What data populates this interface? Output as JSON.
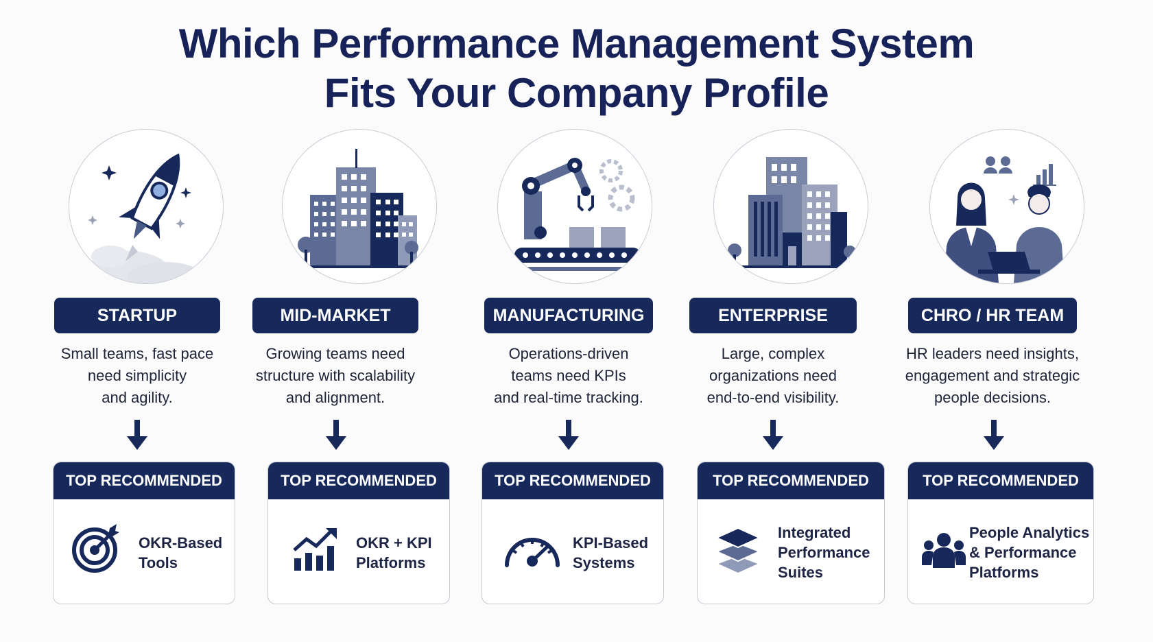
{
  "title": {
    "line1": "Which Performance Management System",
    "line2": "Fits Your Company Profile"
  },
  "profiles": [
    {
      "label": "STARTUP",
      "illustration": "rocket-illustration",
      "description": [
        "Small teams, fast pace",
        "need simplicity",
        "and agility."
      ],
      "recommended_heading": "TOP RECOMMENDED",
      "recommended_icon": "target-icon",
      "recommended": [
        "OKR-Based",
        "Tools"
      ]
    },
    {
      "label": "MID-MARKET",
      "illustration": "city-buildings-illustration",
      "description": [
        "Growing teams need",
        "structure with scalability",
        "and alignment."
      ],
      "recommended_heading": "TOP RECOMMENDED",
      "recommended_icon": "growth-chart-icon",
      "recommended": [
        "OKR + KPI",
        "Platforms"
      ]
    },
    {
      "label": "MANUFACTURING",
      "illustration": "robot-arm-conveyor-illustration",
      "description": [
        "Operations-driven",
        "teams need KPIs",
        "and real-time tracking."
      ],
      "recommended_heading": "TOP RECOMMENDED",
      "recommended_icon": "gauge-icon",
      "recommended": [
        "KPI-Based",
        "Systems"
      ]
    },
    {
      "label": "ENTERPRISE",
      "illustration": "office-tower-illustration",
      "description": [
        "Large, complex",
        "organizations need",
        "end-to-end visibility."
      ],
      "recommended_heading": "TOP RECOMMENDED",
      "recommended_icon": "layers-icon",
      "recommended": [
        "Integrated",
        "Performance",
        "Suites"
      ]
    },
    {
      "label": "CHRO / HR TEAM",
      "illustration": "hr-team-illustration",
      "description": [
        "HR leaders need insights,",
        "engagement and strategic",
        "people decisions."
      ],
      "recommended_heading": "TOP RECOMMENDED",
      "recommended_icon": "people-group-icon",
      "recommended": [
        "People Analytics",
        "& Performance",
        "Platforms"
      ]
    }
  ],
  "colors": {
    "navy": "#17285a",
    "background": "#fbfbfc",
    "border": "#c8cbd4"
  }
}
